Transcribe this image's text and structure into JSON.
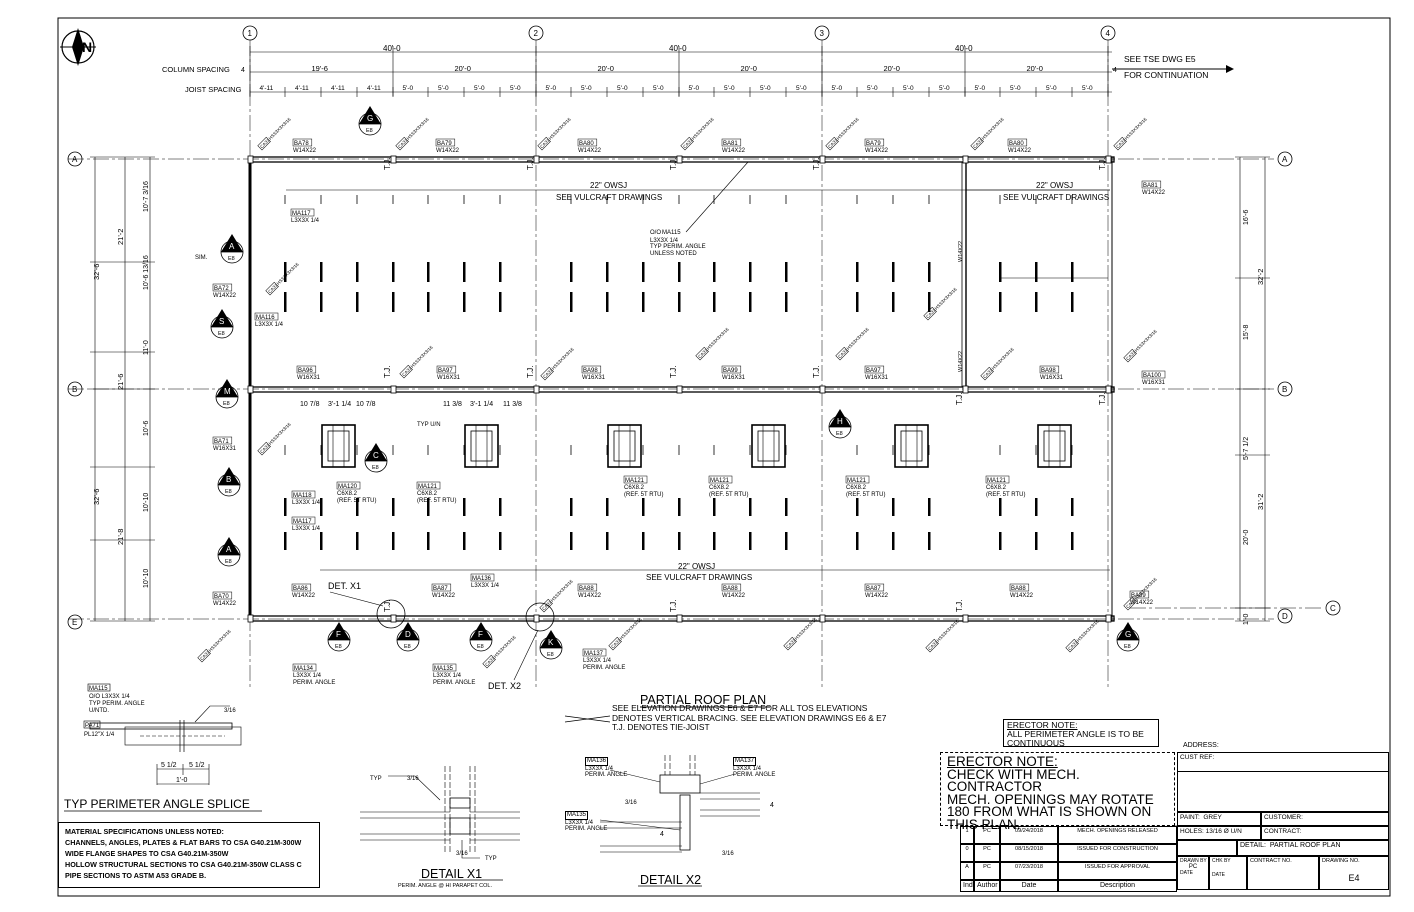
{
  "header": {
    "column_spacing_label": "COLUMN SPACING",
    "joist_spacing_label": "JOIST SPACING",
    "see_tse": "SEE TSE DWG E5",
    "for_continuation": "FOR CONTINUATION",
    "north_letter": "N"
  },
  "grid": {
    "columns": [
      "1",
      "2",
      "3",
      "4"
    ],
    "rows_left": [
      "A",
      "B",
      "E"
    ],
    "rows_right": [
      "A",
      "B",
      "D",
      "C"
    ],
    "column_spans": [
      "40'-0",
      "40'-0",
      "40'-0"
    ],
    "column_sub": [
      "19'-6",
      "20'-0",
      "20'-0",
      "20'-0",
      "20'-0",
      "20'-0"
    ],
    "joist_dims": [
      "4'-11",
      "4'-11",
      "4'-11",
      "4'-11",
      "5'-0",
      "5'-0",
      "5'-0",
      "5'-0",
      "5'-0",
      "5'-0",
      "5'-0",
      "5'-0",
      "5'-0",
      "5'-0",
      "5'-0",
      "5'-0",
      "5'-0",
      "5'-0",
      "5'-0",
      "5'-0",
      "5'-0",
      "5'-0",
      "5'-0",
      "5'-0"
    ],
    "left_dims_outer": [
      "32'-6",
      "32'-6"
    ],
    "left_dims_mid": [
      "21'-2",
      "21'-6",
      "21'-8"
    ],
    "left_dims_inner": [
      "10'-7 3/16",
      "10'-6 13/16",
      "11'-0",
      "10'-6",
      "10'-10",
      "10'-10"
    ],
    "right_dims_outer": [
      "32'-2",
      "31'-2"
    ],
    "right_dims_inner": [
      "16'-6",
      "15'-8",
      "5'-7 1/2",
      "20'-0",
      "1'-0"
    ],
    "start_four": "4",
    "end_four": "4"
  },
  "plan_labels": {
    "owsj": "22\" OWSJ",
    "see_vulcraft": "SEE VULCRAFT DRAWINGS",
    "tj": "T.J.",
    "typ_perim_angle": [
      "O/O",
      "MA115",
      "L3X3X 1/4",
      "TYP PERIM. ANGLE",
      "UNLESS NOTED"
    ],
    "typ_un": "TYP U/N",
    "det_x1": "DET. X1",
    "det_x2": "DET. X2",
    "sim": "SIM.",
    "beam_top": [
      {
        "tag": "BA78",
        "size": "W14X22"
      },
      {
        "tag": "BA79",
        "size": "W14X22"
      },
      {
        "tag": "BA80",
        "size": "W14X22"
      },
      {
        "tag": "BA81",
        "size": "W14X22"
      },
      {
        "tag": "BA79",
        "size": "W14X22"
      },
      {
        "tag": "BA80",
        "size": "W14X22"
      },
      {
        "tag": "BA81",
        "size": "W14X22"
      }
    ],
    "beam_mid": [
      {
        "tag": "BA96",
        "size": "W16X31"
      },
      {
        "tag": "BA97",
        "size": "W16X31"
      },
      {
        "tag": "BA98",
        "size": "W16X31"
      },
      {
        "tag": "BA99",
        "size": "W16X31"
      },
      {
        "tag": "BA97",
        "size": "W16X31"
      },
      {
        "tag": "BA98",
        "size": "W16X31"
      },
      {
        "tag": "BA100",
        "size": "W16X31"
      }
    ],
    "beam_bot": [
      {
        "tag": "BA86",
        "size": "W14X22"
      },
      {
        "tag": "BA87",
        "size": "W14X22"
      },
      {
        "tag": "BA88",
        "size": "W14X22"
      },
      {
        "tag": "BA88",
        "size": "W14X22"
      },
      {
        "tag": "BA87",
        "size": "W14X22"
      },
      {
        "tag": "BA88",
        "size": "W14X22"
      },
      {
        "tag": "BA89",
        "size": "W14X22"
      }
    ],
    "left_members": [
      {
        "tag": "MA117",
        "size": "L3X3X 1/4"
      },
      {
        "tag": "BA72",
        "size": "W14X22"
      },
      {
        "tag": "MA116",
        "size": "L3X3X 1/4"
      },
      {
        "tag": "BA71",
        "size": "W16X31"
      },
      {
        "tag": "MA118",
        "size": "L3X3X 1/4"
      },
      {
        "tag": "MA117",
        "size": "L3X3X 1/4"
      },
      {
        "tag": "BA70",
        "size": "W14X22"
      }
    ],
    "rtu": [
      {
        "tag": "MA120",
        "size": "C6X8.2",
        "ref": "(REF. 5T RTU)"
      },
      {
        "tag": "MA121",
        "size": "C6X8.2",
        "ref": "(REF. 5T RTU)"
      },
      {
        "tag": "MA121",
        "size": "C6X8.2",
        "ref": "(REF. 5T RTU)"
      },
      {
        "tag": "MA121",
        "size": "C6X8.2",
        "ref": "(REF. 5T RTU)"
      },
      {
        "tag": "MA121",
        "size": "C6X8.2",
        "ref": "(REF. 5T RTU)"
      },
      {
        "tag": "MA121",
        "size": "C6X8.2",
        "ref": "(REF. 5T RTU)"
      }
    ],
    "perim": [
      {
        "tag": "MA134",
        "size": "L3X3X 1/4",
        "note": "PERIM. ANGLE"
      },
      {
        "tag": "MA135",
        "size": "L3X3X 1/4",
        "note": "PERIM. ANGLE"
      },
      {
        "tag": "MA136",
        "size": "L3X3X 1/4",
        "note": ""
      },
      {
        "tag": "MA137",
        "size": "L3X3X 1/4",
        "note": "PERIM. ANGLE"
      }
    ],
    "opening_dims": [
      "10 7/8",
      "3'-1 1/4",
      "10 7/8",
      "11 3/8",
      "3'-1 1/4",
      "11 3/8"
    ],
    "bracing_tag": "CA31",
    "bracing_size": "HSS3X3X3/16",
    "bay_right_tag": "BA81",
    "bay_right_size": "W14X22",
    "bay_right_b": "BA100",
    "bay_right_b_size": "W16X31",
    "bay_right_d": "BA89",
    "bay_right_d_size": "W14X22",
    "vert_w": "W14X22"
  },
  "section_markers": [
    {
      "letter": "A",
      "sheet": "E8"
    },
    {
      "letter": "S",
      "sheet": "E8"
    },
    {
      "letter": "M",
      "sheet": "E8"
    },
    {
      "letter": "C",
      "sheet": "E8"
    },
    {
      "letter": "B",
      "sheet": "E8"
    },
    {
      "letter": "A",
      "sheet": "E8"
    },
    {
      "letter": "G",
      "sheet": "E8"
    },
    {
      "letter": "H",
      "sheet": "E8"
    },
    {
      "letter": "F",
      "sheet": "E8"
    },
    {
      "letter": "D",
      "sheet": "E8"
    },
    {
      "letter": "F",
      "sheet": "E8"
    },
    {
      "letter": "K",
      "sheet": "E8"
    },
    {
      "letter": "G",
      "sheet": "E8"
    }
  ],
  "plan_title": {
    "title": "PARTIAL ROOF PLAN",
    "notes": [
      "SEE ELEVATION DRAWINGS E6 & E7 FOR ALL TOS ELEVATIONS",
      "DENOTES VERTICAL BRACING. SEE ELEVATION DRAWINGS E6 & E7",
      "T.J. DENOTES TIE-JOIST"
    ]
  },
  "splice": {
    "title": "TYP PERIMETER ANGLE SPLICE",
    "tag1": "MA115",
    "tag1_lines": [
      "O/O L3X3X 1/4",
      "TYP PERIM. ANGLE",
      "U/NTD."
    ],
    "tag2": "PA71",
    "tag2_size": "PL12\"X 1/4",
    "dims": [
      "5 1/2",
      "5 1/2",
      "1'-0"
    ],
    "weld": "3/16"
  },
  "material_specs": {
    "title": "MATERIAL SPECIFICATIONS UNLESS NOTED:",
    "lines": [
      "CHANNELS, ANGLES, PLATES & FLAT BARS TO CSA G40.21M-300W",
      "WIDE FLANGE SHAPES TO CSA G40.21M-350W",
      "HOLLOW STRUCTURAL SECTIONS TO CSA G40.21M-350W CLASS C",
      "PIPE SECTIONS TO ASTM A53 GRADE B."
    ]
  },
  "detail_x1": {
    "title": "DETAIL X1",
    "subtitle": "PERIM. ANGLE @ HI PARAPET COL.",
    "typ": "TYP",
    "weld": "3/16"
  },
  "detail_x2": {
    "title": "DETAIL X2",
    "tags": [
      {
        "tag": "MA136",
        "size": "L3X3X 1/4",
        "note": "PERIM. ANGLE"
      },
      {
        "tag": "MA137",
        "size": "L3X3X 1/4",
        "note": "PERIM. ANGLE"
      },
      {
        "tag": "MA135",
        "size": "L3X3X 1/4",
        "note": "PERIM. ANGLE"
      }
    ],
    "dim": "4",
    "weld": "3/16"
  },
  "erector_note_1": [
    "ERECTOR NOTE:",
    "ALL PERIMETER ANGLE IS TO BE",
    "CONTINUOUS"
  ],
  "erector_note_2": [
    "ERECTOR NOTE:",
    "CHECK WITH MECH. CONTRACTOR",
    "MECH. OPENINGS MAY ROTATE",
    "180 FROM WHAT IS SHOWN ON",
    "THIS PLAN."
  ],
  "title_block": {
    "address": "ADDRESS:",
    "cust_ref": "CUST REF:",
    "paint_label": "PAINT:",
    "paint": "GREY",
    "customer": "CUSTOMER:",
    "holes_label": "HOLES:",
    "holes": "13/16 Ø U/N",
    "contract": "CONTRACT:",
    "detail_label": "DETAIL:",
    "detail": "PARTIAL ROOF PLAN",
    "drawn_by": "DRAWN BY",
    "drawn_val": "PC",
    "date": "DATE",
    "chk_by": "CHK BY",
    "date2": "DATE",
    "contract_no": "CONTRACT NO.",
    "drawing_no": "DRAWING NO.",
    "drawing": "E4"
  },
  "revisions": {
    "headers": [
      "Index",
      "Author",
      "Date",
      "Description"
    ],
    "rows": [
      {
        "index": "1",
        "author": "PC",
        "date": "09/24/2018",
        "desc": "MECH. OPENINGS RELEASED"
      },
      {
        "index": "0",
        "author": "PC",
        "date": "08/15/2018",
        "desc": "ISSUED FOR CONSTRUCTION"
      },
      {
        "index": "A",
        "author": "PC",
        "date": "07/23/2018",
        "desc": "ISSUED FOR APPROVAL"
      }
    ]
  }
}
